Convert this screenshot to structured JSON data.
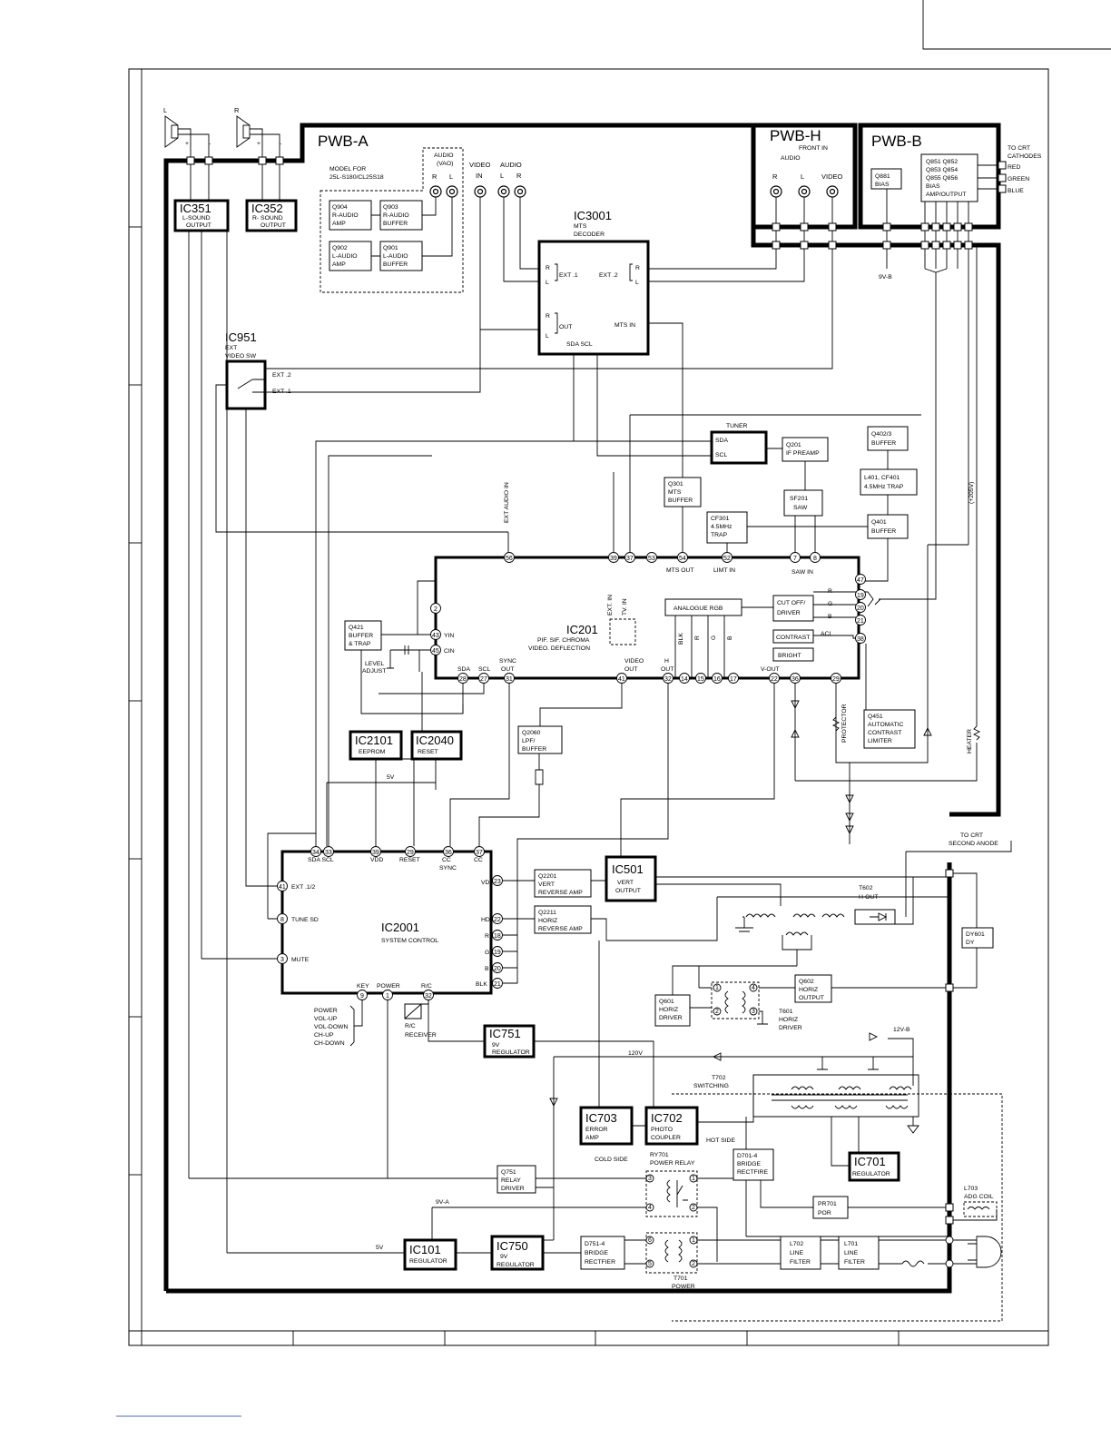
{
  "boards": {
    "pwb_a": "PWB-A",
    "pwb_h": "PWB-H",
    "pwb_b": "PWB-B"
  },
  "speakers": {
    "left": "L",
    "right": "R"
  },
  "model_note": [
    "MODEL FOR",
    "25L-S180/CL25S18"
  ],
  "audio_vao": [
    "AUDIO",
    "(VAO)"
  ],
  "jack_labels": {
    "r": "R",
    "l": "L",
    "video_in": [
      "VIDEO",
      "IN"
    ],
    "audio": "AUDIO",
    "audio_l": "L",
    "audio_r": "R"
  },
  "front_in": {
    "title": [
      "FRONT IN",
      "AUDIO"
    ],
    "r": "R",
    "l": "L",
    "video": "VIDEO"
  },
  "blocks": {
    "ic351": {
      "name": "IC351",
      "desc": [
        "L-SOUND",
        "OUTPUT"
      ]
    },
    "ic352": {
      "name": "IC352",
      "desc": [
        "R- SOUND",
        "OUTPUT"
      ]
    },
    "q904": [
      "Q904",
      "R-AUDIO",
      "AMP"
    ],
    "q903": [
      "Q903",
      "R-AUDIO",
      "BUFFER"
    ],
    "q902": [
      "Q902",
      "L-AUDIO",
      "AMP"
    ],
    "q901": [
      "Q901",
      "L-AUDIO",
      "BUFFER"
    ],
    "ic3001": {
      "name": "IC3001",
      "desc": [
        "MTS",
        "DECODER"
      ],
      "ext1": "EXT .1",
      "ext2": "EXT .2",
      "out": "OUT",
      "mts_in": "MTS IN",
      "sda_scl": "SDA  SCL",
      "r": "R",
      "l": "L"
    },
    "q881": [
      "Q881",
      "BIAS"
    ],
    "q851": [
      "Q851  Q852",
      "Q853  Q854",
      "Q855  Q856",
      "BIAS",
      "AMP/OUTPUT"
    ],
    "crt": [
      "TO CRT",
      "CATHODES"
    ],
    "rgb": [
      "RED",
      "GREEN",
      "BLUE"
    ],
    "v9b": "9V-B",
    "ic951": {
      "name": "IC951",
      "desc": [
        "EXT",
        "VIDEO SW"
      ],
      "ext2": "EXT .2",
      "ext1": "EXT .1"
    },
    "tuner": {
      "title": "TUNER",
      "sda": "SDA",
      "scl": "SCL"
    },
    "q201": [
      "Q201",
      "IF PREAMP"
    ],
    "q4023": [
      "Q402/3",
      "BUFFER"
    ],
    "l401": [
      "L401, CF401",
      "4.5MHz TRAP"
    ],
    "sf201": [
      "SF201",
      "SAW"
    ],
    "q401": [
      "Q401",
      "BUFFER"
    ],
    "cf301": [
      "CF301",
      "4.5MHz",
      "TRAP"
    ],
    "q301": [
      "Q301",
      "MTS",
      "BUFFER"
    ],
    "ext_audio_in": "EXT AUDIO IN",
    "v205": "(+205V)",
    "ic201": {
      "name": "IC201",
      "desc": [
        "PIF. SIF. CHROMA",
        "VIDEO. DEFLECTION"
      ],
      "ext_in": "EXT. IN",
      "tv_in": "TV. IN",
      "mts_out": "MTS OUT",
      "limt_in": "LIMT IN",
      "saw_in": "SAW IN",
      "yin": "YIN",
      "cin": "CIN",
      "analogue": "ANALOGUE RGB",
      "cutoff": [
        "CUT OFF/",
        "DRIVER"
      ],
      "contrast": "CONTRAST",
      "bright": "BRIGHT",
      "acl": "ACL",
      "blk": "BLK",
      "r": "R",
      "g": "G",
      "b": "B",
      "sda": "SDA",
      "scl": "SCL",
      "sync_out": [
        "SYNC",
        "OUT"
      ],
      "video_out": [
        "VIDEO",
        "OUT"
      ],
      "h_out": [
        "H",
        "OUT"
      ],
      "v_out": "V-OUT"
    },
    "q421": [
      "Q421",
      "BUFFER",
      "& TRAP"
    ],
    "level": [
      "LEVEL",
      "ADJUST"
    ],
    "ic2101": {
      "name": "IC2101",
      "desc": "EEPROM"
    },
    "ic2040": {
      "name": "IC2040",
      "desc": "RESET"
    },
    "q2060": [
      "Q2060",
      "LPF/",
      "BUFFER"
    ],
    "v5": "5V",
    "q451": [
      "Q451",
      "AUTOMATIC",
      "CONTRAST",
      "LIMITER"
    ],
    "protector": "PROTECTOR",
    "heater": "HEATER",
    "anode": [
      "TO CRT",
      "SECOND ANODE"
    ],
    "ic2001": {
      "name": "IC2001",
      "desc": "SYSTEM CONTROL",
      "sda_scl": "SDA SCL",
      "vdd": "VDD",
      "reset": "RESET",
      "cc_sync": [
        "CC",
        "SYNC"
      ],
      "cc": "CC",
      "ext12": "EXT .1/2",
      "tune_sd": "TUNE SD",
      "mute": "MUTE",
      "vd": "VD",
      "hd": "HD",
      "r": "R",
      "g": "G",
      "b": "B",
      "blk": "BLK",
      "key": "KEY",
      "power": "POWER",
      "rc": "R/C"
    },
    "keys": [
      "POWER",
      "VOL-UP",
      "VOL-DOWN",
      "CH-UP",
      "CH-DOWN"
    ],
    "rc_receiver": [
      "R/C",
      "RECEIVER"
    ],
    "q2201": [
      "Q2201",
      "VERT",
      "REVERSE AMP"
    ],
    "q2211": [
      "Q2211",
      "HORIZ",
      "REVERSE AMP"
    ],
    "ic501": {
      "name": "IC501",
      "desc": [
        "VERT",
        "OUTPUT"
      ]
    },
    "t602": [
      "T602",
      "H-OUT"
    ],
    "dy601": [
      "DY601",
      "DY"
    ],
    "q601": [
      "Q601",
      "HORIZ",
      "DRIVER"
    ],
    "t601": [
      "T601",
      "HORIZ",
      "DRIVER"
    ],
    "q602": [
      "Q602",
      "HORIZ",
      "OUTPUT"
    ],
    "ic751": {
      "name": "IC751",
      "desc": [
        "9V",
        "REGULATOR"
      ]
    },
    "v12b": "12V-B",
    "v120": "120V",
    "t702": [
      "T702",
      "SWITCHING"
    ],
    "ic703": {
      "name": "IC703",
      "desc": [
        "ERROR",
        "AMP"
      ]
    },
    "ic702": {
      "name": "IC702",
      "desc": [
        "PHOTO",
        "COUPLER"
      ]
    },
    "hot_side": "HOT SIDE",
    "cold_side": "COLD SIDE",
    "ry701": [
      "RY701",
      "POWER RELAY"
    ],
    "d7014": [
      "D701-4",
      "BRIDGE",
      "RECTFIRE"
    ],
    "ic701": {
      "name": "IC701",
      "desc": "REGULATOR"
    },
    "q751": [
      "Q751",
      "RELAY",
      "DRIVER"
    ],
    "v9a": "9V-A",
    "pr701": [
      "PR701",
      "POR"
    ],
    "l703": [
      "L703",
      "ADG COIL"
    ],
    "ic101": {
      "name": "IC101",
      "desc": "REGULATOR"
    },
    "ic750": {
      "name": "IC750",
      "desc": [
        "9V",
        "REGULATOR"
      ]
    },
    "d7514": [
      "D751-4",
      "BRIDGE",
      "RECTFIER"
    ],
    "l702": [
      "L702",
      "LINE",
      "FILTER"
    ],
    "l701": [
      "L701",
      "LINE",
      "FILTER"
    ],
    "t701": [
      "T701",
      "POWER"
    ]
  },
  "pins": {
    "mts_top": [
      "56",
      "39",
      "37",
      "53",
      "54",
      "52",
      "7",
      "8",
      "47"
    ],
    "ic201_bottom": [
      "28",
      "27",
      "31",
      "41",
      "32",
      "14",
      "15",
      "16",
      "17",
      "22",
      "36",
      "29"
    ],
    "ic201_left": [
      "2",
      "43",
      "45"
    ],
    "ic201_right": [
      "19",
      "20",
      "21",
      "38"
    ],
    "ic2001_top": [
      "34",
      "33",
      "39",
      "29",
      "36",
      "37"
    ],
    "ic2001_left": [
      "41",
      "8",
      "3"
    ],
    "ic2001_right": [
      "23",
      "22",
      "18",
      "19",
      "20",
      "21"
    ],
    "ic2001_bottom": [
      "9",
      "1",
      "32"
    ],
    "relay": [
      "3",
      "4",
      "1",
      "2"
    ],
    "t701": [
      "6",
      "1",
      "5",
      "2"
    ],
    "t601": [
      "1",
      "2",
      "3",
      "4"
    ]
  }
}
